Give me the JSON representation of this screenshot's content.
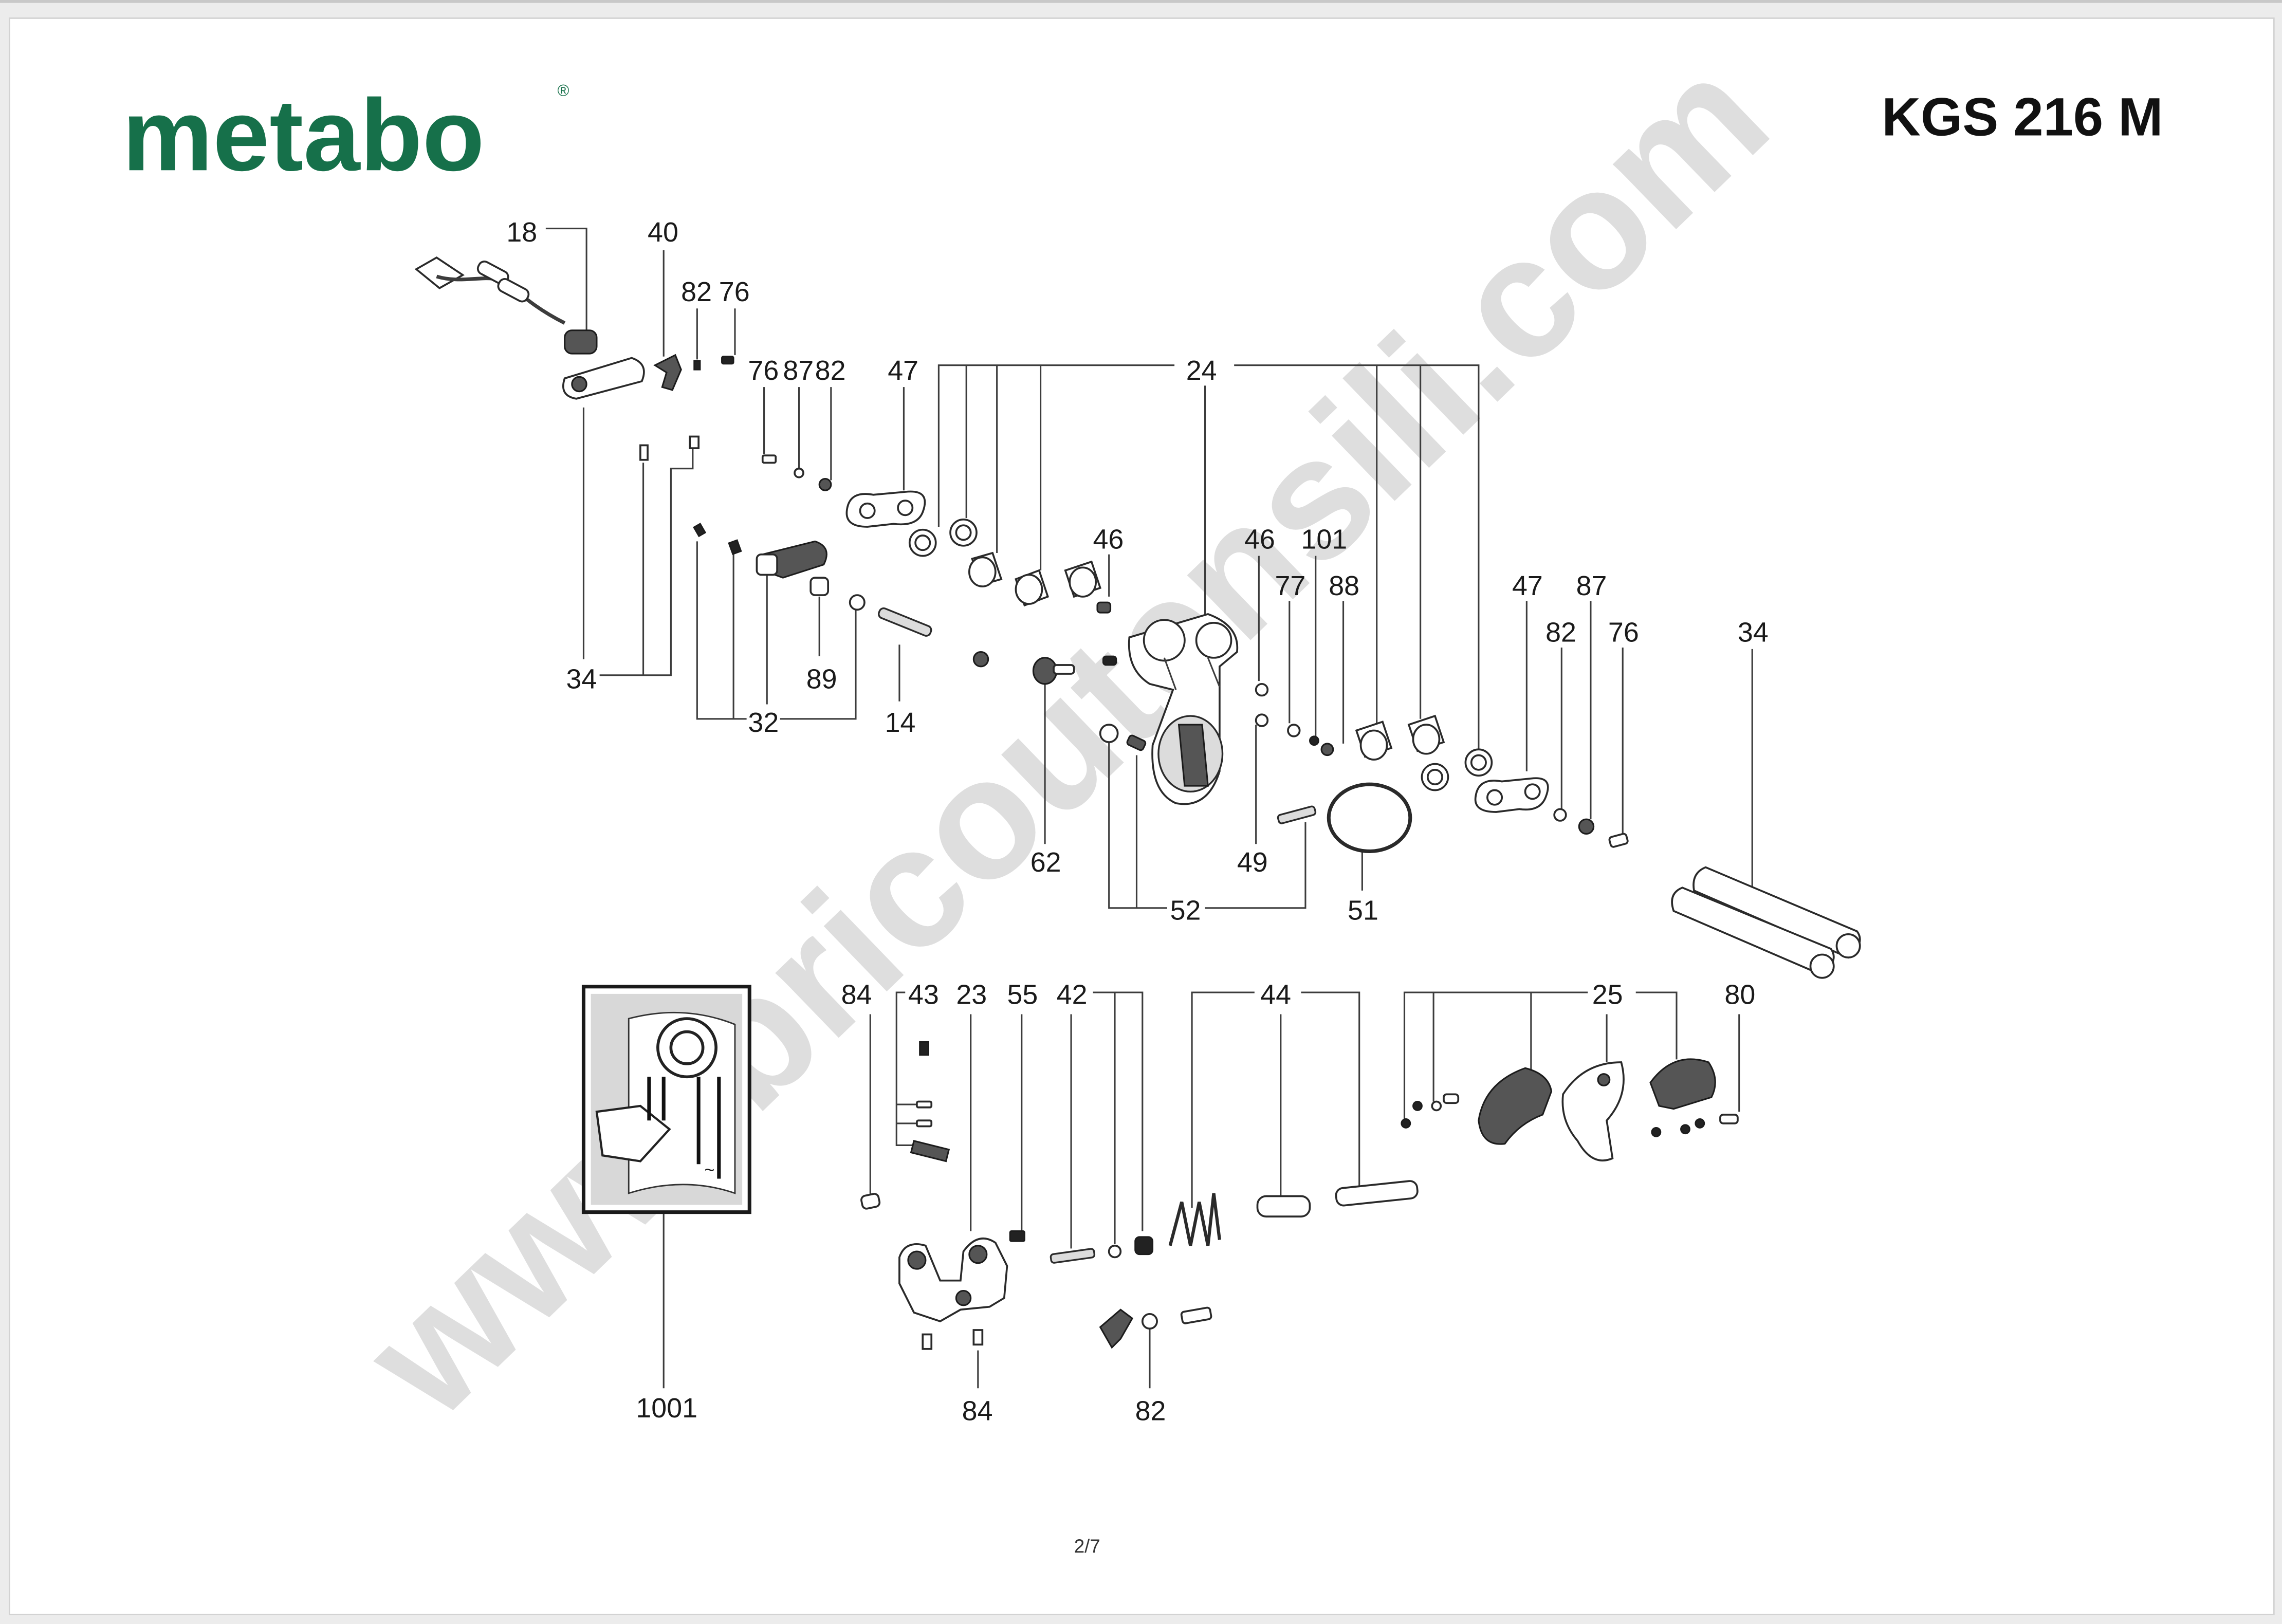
{
  "brand": {
    "name": "metabo",
    "mark": "®",
    "color": "#16704a"
  },
  "model": "KGS 216 M",
  "page_number": "2/7",
  "watermark": "www.bricoutensili.com",
  "callouts": {
    "c18": "18",
    "c40": "40",
    "c82a": "82",
    "c76a": "76",
    "c76b": "76",
    "c87a": "87",
    "c82b": "82",
    "c47a": "47",
    "c24": "24",
    "c46a": "46",
    "c46b": "46",
    "c101": "101",
    "c77": "77",
    "c88": "88",
    "c47b": "47",
    "c87b": "87",
    "c82c": "82",
    "c76c": "76",
    "c34a": "34",
    "c34b": "34",
    "c32": "32",
    "c89": "89",
    "c14": "14",
    "c62": "62",
    "c49": "49",
    "c52": "52",
    "c51": "51",
    "c84a": "84",
    "c43": "43",
    "c23": "23",
    "c55": "55",
    "c42": "42",
    "c44": "44",
    "c25": "25",
    "c80": "80",
    "c1001": "1001",
    "c84b": "84",
    "c82d": "82"
  }
}
